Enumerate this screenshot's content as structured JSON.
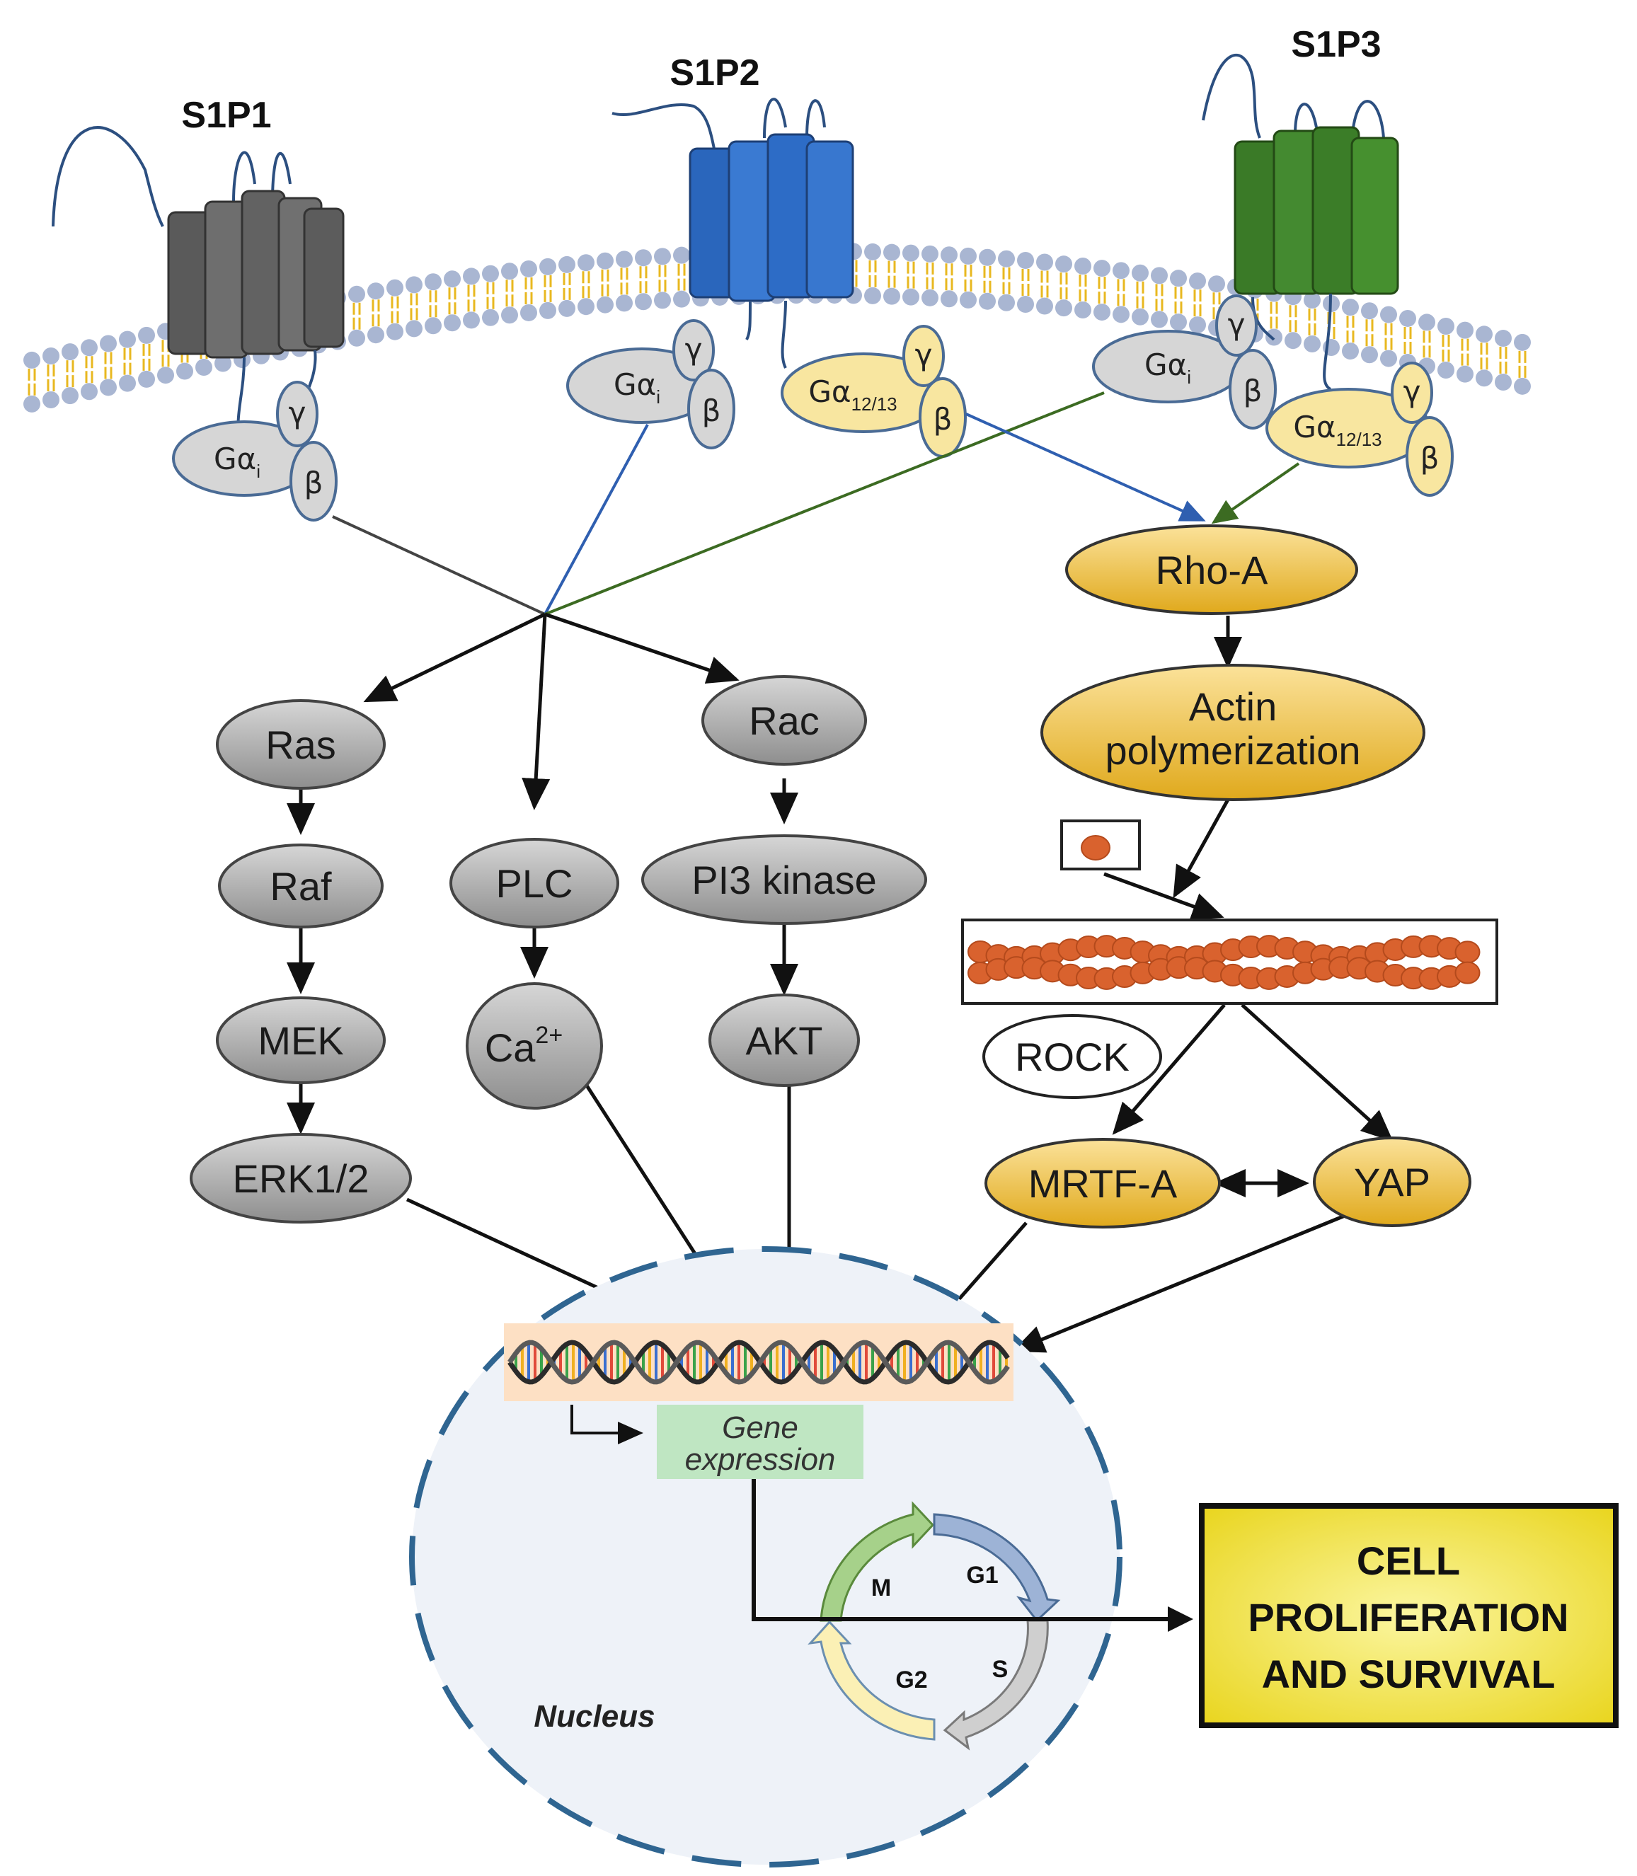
{
  "receptors": {
    "s1p1": "S1P1",
    "s1p2": "S1P2",
    "s1p3": "S1P3"
  },
  "g_proteins": {
    "alpha": "Gα",
    "sub_i": "i",
    "sub_1213": "12/13",
    "beta": "β",
    "gamma": "γ"
  },
  "nodes": {
    "ras": "Ras",
    "raf": "Raf",
    "mek": "MEK",
    "erk": "ERK1/2",
    "plc": "PLC",
    "ca": "Ca",
    "ca_sup": "2+",
    "rac": "Rac",
    "pi3k": "PI3 kinase",
    "akt": "AKT",
    "rhoa": "Rho-A",
    "actin_line1": "Actin",
    "actin_line2": "polymerization",
    "rock": "ROCK",
    "mrtfa": "MRTF-A",
    "yap": "YAP"
  },
  "nucleus": {
    "label": "Nucleus",
    "gene_line1": "Gene",
    "gene_line2": "expression"
  },
  "cell_cycle": {
    "m": "M",
    "g1": "G1",
    "s": "S",
    "g2": "G2"
  },
  "outcome": {
    "line1": "CELL",
    "line2": "PROLIFERATION",
    "line3": "AND SURVIVAL"
  },
  "colors": {
    "s1p1": "#6b6b6b",
    "s1p2": "#2f6fc4",
    "s1p3": "#3f7f2a",
    "membrane_head": "#a9b6d2",
    "membrane_tail": "#e8b820",
    "grey_node": "#b5b5b5",
    "gold_node": "#f2c84b",
    "g1213": "#f8e6a0",
    "nucleus_fill": "#eef2f8",
    "nucleus_border": "#2f6591",
    "outcome_fill": "#f7ec3a",
    "gene_box": "#bfe6c2",
    "dna_band": "#fde0c4"
  }
}
